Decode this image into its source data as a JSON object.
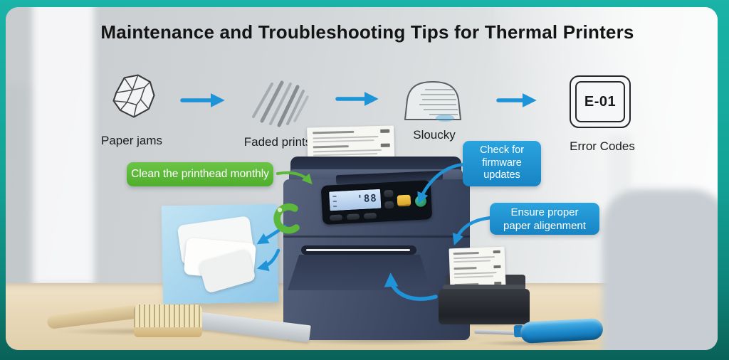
{
  "title": "Maintenance and Troubleshooting Tips for Thermal Printers",
  "issues": {
    "items": [
      {
        "label": "Paper jams",
        "icon": "crumpled-paper-icon"
      },
      {
        "label": "Faded prints",
        "icon": "faded-streaks-icon"
      },
      {
        "label": "Sloucky",
        "icon": "slumped-receipt-icon"
      },
      {
        "label": "Error Codes",
        "icon": "error-code-display-icon",
        "code": "E-01"
      }
    ],
    "flow_arrow_icon": "→"
  },
  "callouts": {
    "clean_printhead": {
      "text": "Clean the printhead monthly",
      "color": "#5bb93a"
    },
    "check_firmware": {
      "line1": "Check for",
      "line2": "firmware",
      "line3": "updates",
      "color": "#1e96d4"
    },
    "paper_alignment": {
      "line1": "Ensure proper",
      "line2": "paper aligenment",
      "color": "#1e96d4"
    }
  },
  "printer": {
    "lcd_value": "'88"
  },
  "colors": {
    "frame_teal": "#16a89c",
    "frame_teal_dark": "#0b6e65",
    "arrow_blue": "#1f93d8",
    "callout_blue": "#1e96d4",
    "callout_green": "#5bb93a",
    "printer_navy": "#3e4a66",
    "desk_tan": "#e7d7ba",
    "pad_blue": "#a5d7ef"
  }
}
